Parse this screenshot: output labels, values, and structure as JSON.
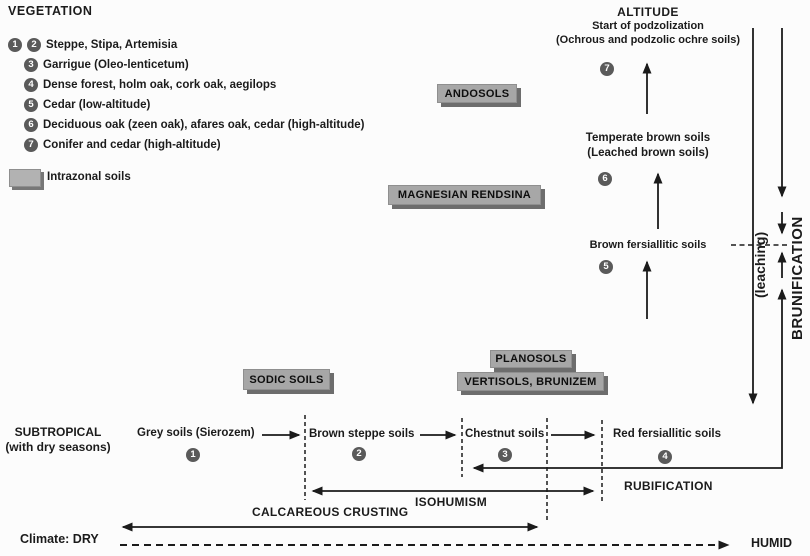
{
  "legend": {
    "title": "VEGETATION",
    "items": [
      {
        "nums": [
          "1",
          "2"
        ],
        "label": "Steppe, Stipa, Artemisia"
      },
      {
        "nums": [
          "3"
        ],
        "label": "Garrigue (Oleo-lenticetum)"
      },
      {
        "nums": [
          "4"
        ],
        "label": "Dense forest, holm oak, cork oak, aegilops"
      },
      {
        "nums": [
          "5"
        ],
        "label": "Cedar (low-altitude)"
      },
      {
        "nums": [
          "6"
        ],
        "label": "Deciduous oak (zeen oak), afares oak, cedar (high-altitude)"
      },
      {
        "nums": [
          "7"
        ],
        "label": "Conifer and cedar (high-altitude)"
      }
    ],
    "intrazonal_label": "Intrazonal soils"
  },
  "soil_boxes": {
    "andosols": "ANDOSOLS",
    "magnesian_rendsina": "MAGNESIAN RENDSINA",
    "sodic": "SODIC SOILS",
    "planosols": "PLANOSOLS",
    "vertisols": "VERTISOLS, BRUNIZEM"
  },
  "altitude": {
    "title": "ALTITUDE",
    "line1": "Start of podzolization",
    "line2": "(Ochrous and podzolic ochre soils)",
    "levels": [
      {
        "num": "7"
      },
      {
        "num": "6",
        "label1": "Temperate brown soils",
        "label2": "(Leached brown soils)"
      },
      {
        "num": "5",
        "label1": "Brown fersiallitic soils"
      }
    ],
    "leaching_label": "(leaching)",
    "brunification_label": "BRUNIFICATION"
  },
  "subtropical": {
    "title": "SUBTROPICAL",
    "subtitle": "(with dry seasons)",
    "sequence": [
      {
        "num": "1",
        "label": "Grey soils (Sierozem)"
      },
      {
        "num": "2",
        "label": "Brown steppe soils"
      },
      {
        "num": "3",
        "label": "Chestnut soils"
      },
      {
        "num": "4",
        "label": "Red fersiallitic soils"
      }
    ]
  },
  "processes": {
    "rubification": "RUBIFICATION",
    "isohumism": "ISOHUMISM",
    "calcareous_crusting": "CALCAREOUS CRUSTING"
  },
  "climate": {
    "dry_label": "Climate: DRY",
    "humid_label": "HUMID"
  },
  "colors": {
    "ink": "#1b1b1b",
    "box_fill": "#a7a7a7",
    "box_shadow": "#6d6d6d",
    "circle_fill": "#5a5a5a",
    "background": "#fcfcfc"
  }
}
